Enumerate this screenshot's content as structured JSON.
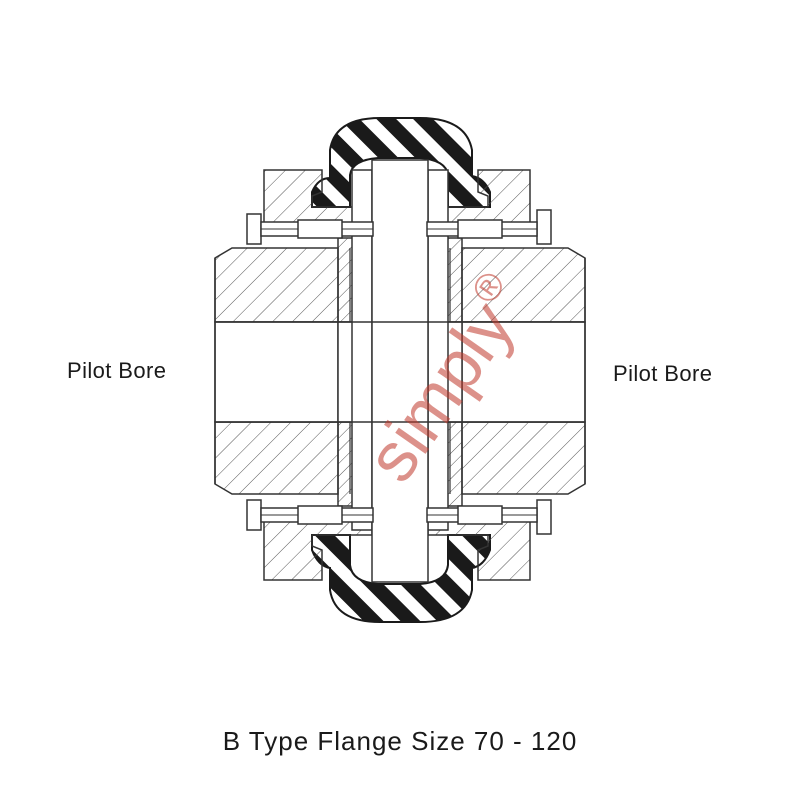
{
  "labels": {
    "left": "Pilot Bore",
    "right": "Pilot Bore"
  },
  "caption": "B Type Flange Size 70 - 120",
  "watermark": {
    "text": "simply",
    "mark": "®",
    "color": "#c0392b"
  },
  "colors": {
    "line": "#333333",
    "hatch": "#555555",
    "tyre_dark": "#1a1a1a",
    "background": "#ffffff"
  }
}
